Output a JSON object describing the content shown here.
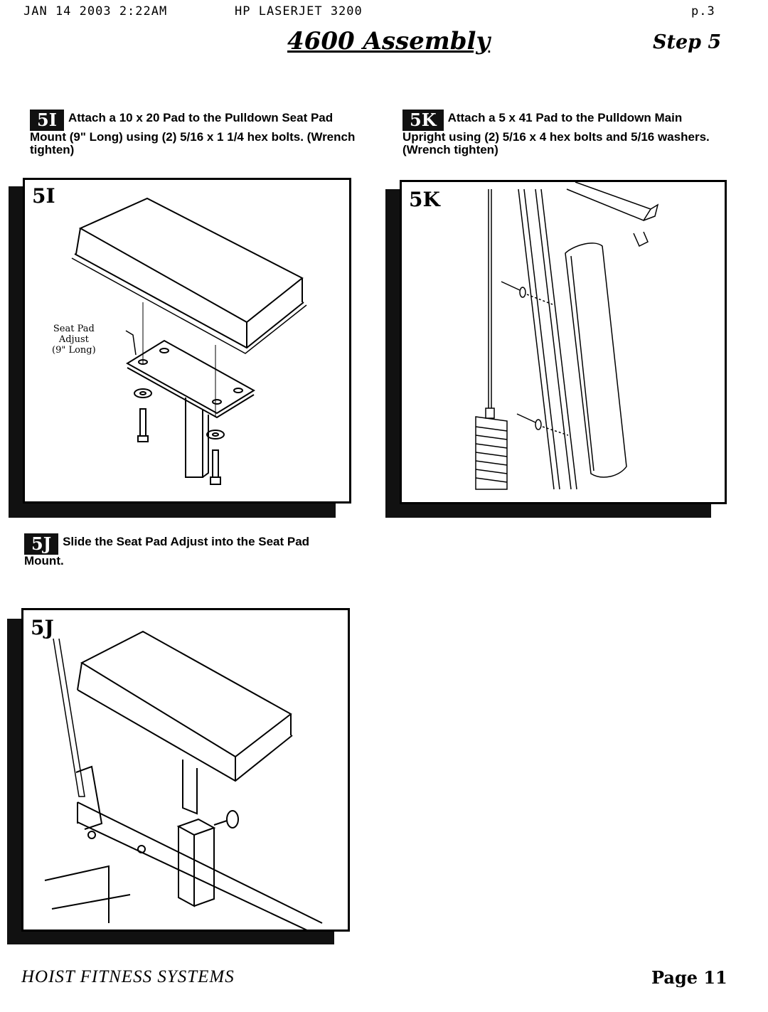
{
  "fax_header": {
    "left": "JAN 14 2003 2:22AM",
    "middle": "HP LASERJET 3200",
    "right": "p.3"
  },
  "title": "4600 Assembly",
  "step": "Step 5",
  "steps": [
    {
      "id": "5I",
      "text": "Attach a 10 x 20 Pad to the Pulldown Seat Pad Mount (9\" Long) using (2) 5/16 x 1 1/4 hex bolts. (Wrench tighten)"
    },
    {
      "id": "5K",
      "text": "Attach a 5 x 41 Pad to the Pulldown Main Upright using (2) 5/16 x 4 hex bolts and 5/16 washers. (Wrench tighten)"
    },
    {
      "id": "5J",
      "text": "Slide the Seat Pad Adjust into the Seat Pad Mount."
    }
  ],
  "panels": {
    "p5I": {
      "label": "5I",
      "callout": [
        "Seat Pad",
        "Adjust",
        "(9\" Long)"
      ]
    },
    "p5K": {
      "label": "5K"
    },
    "p5J": {
      "label": "5J"
    }
  },
  "footer": {
    "company": "HOIST FITNESS SYSTEMS",
    "page": "Page 11"
  }
}
